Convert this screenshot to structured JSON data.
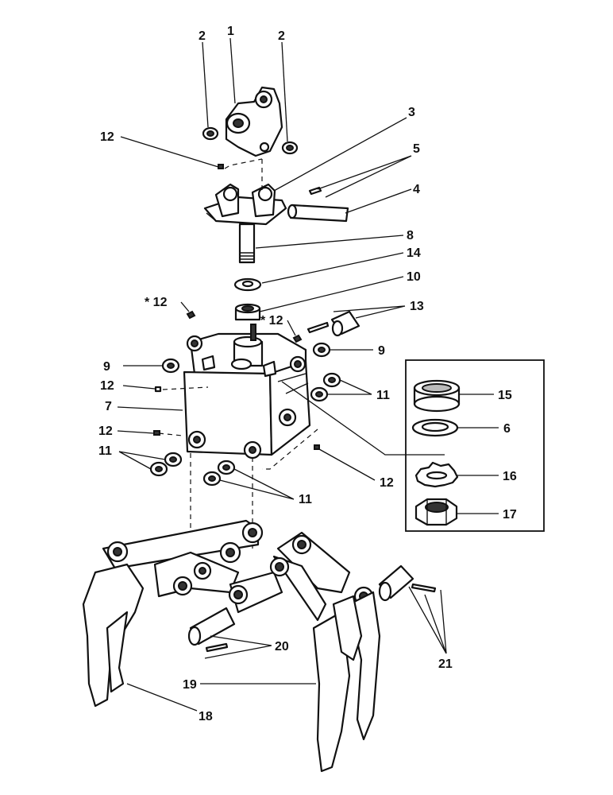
{
  "callouts": {
    "c1": "1",
    "c2a": "2",
    "c2b": "2",
    "c3": "3",
    "c4": "4",
    "c5": "5",
    "c6": "6",
    "c7": "7",
    "c8": "8",
    "c9a": "9",
    "c9b": "9",
    "c10": "10",
    "c11a": "11",
    "c11b": "11",
    "c11c": "11",
    "c12a": "12",
    "c12b": "* 12",
    "c12c": "* 12",
    "c12d": "12",
    "c12e": "12",
    "c12f": "12",
    "c13": "13",
    "c14": "14",
    "c15": "15",
    "c16": "16",
    "c17": "17",
    "c18": "18",
    "c19": "19",
    "c20": "20",
    "c21": "21"
  }
}
